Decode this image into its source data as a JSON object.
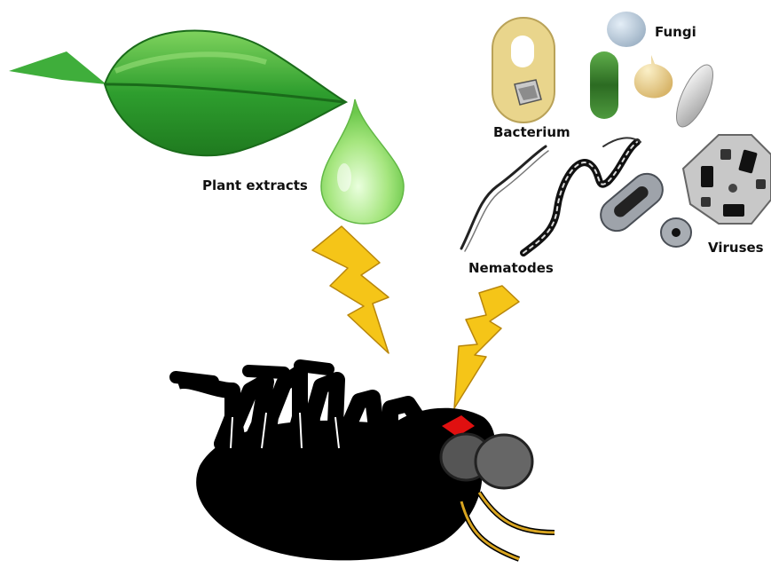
{
  "labels": {
    "plant_extracts": "Plant extracts",
    "bacterium": "Bacterium",
    "fungi": "Fungi",
    "nematodes": "Nematodes",
    "viruses": "Viruses"
  },
  "colors": {
    "leaf": "#2e9e2e",
    "droplet": "#8fdc6a",
    "bolt": "#f5c518",
    "insect": "#000000",
    "insect_eye": "#555555",
    "insect_mark": "#e01010",
    "antenna": "#d9a520",
    "bacterium_capsule": "#e8d48a",
    "virus_body": "#b9b9b9"
  },
  "icons": [
    "leaf-icon",
    "droplet-icon",
    "lightning-icon",
    "insect-icon",
    "bacterium-icon",
    "fungi-icon",
    "nematode-icon",
    "virus-icon"
  ]
}
